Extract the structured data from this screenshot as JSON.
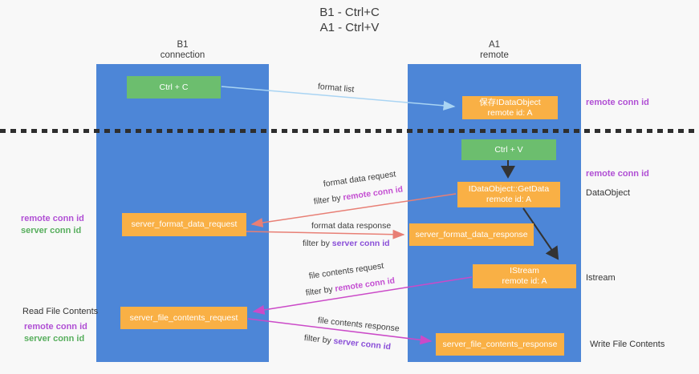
{
  "title": {
    "line1": "B1 - Ctrl+C",
    "line2": "A1 - Ctrl+V"
  },
  "columns": {
    "left": {
      "name": "B1",
      "role": "connection"
    },
    "right": {
      "name": "A1",
      "role": "remote"
    }
  },
  "nodes": {
    "ctrl_c": "Ctrl + C",
    "ctrl_v": "Ctrl + V",
    "save_dataobject": {
      "line1": "保存IDataObject",
      "line2": "remote id: A"
    },
    "getdata": {
      "line1": "IDataObject::GetData",
      "line2": "remote id: A"
    },
    "istream": {
      "line1": "IStream",
      "line2": "remote id: A"
    },
    "format_request": "server_format_data_request",
    "format_response": "server_format_data_response",
    "file_request": "server_file_contents_request",
    "file_response": "server_file_contents_response"
  },
  "flow": {
    "format_list": "format list",
    "format_data_request": "format data request",
    "format_data_response": "format data response",
    "file_contents_request": "file contents request",
    "file_contents_response": "file contents response",
    "filter_by": "filter by ",
    "remote_conn_id": "remote conn id",
    "server_conn_id": "server conn id"
  },
  "side": {
    "remote_conn_id": "remote conn id",
    "server_conn_id": "server conn id",
    "dataobject": "DataObject",
    "istream": "Istream",
    "read_file_contents": "Read File Contents",
    "write_file_contents": "Write File Contents"
  },
  "colors": {
    "column_blue": "#4d86d7",
    "box_green": "#6cbe6e",
    "box_orange": "#f9b045",
    "remote_conn_purple": "#b04fd4",
    "server_conn_green": "#57ae5d",
    "filter_server_purple": "#8a4fd8",
    "arrow_blue": "#a9d4f3",
    "arrow_salmon": "#e87f75",
    "arrow_magenta": "#cb4ac8",
    "arrow_black": "#333333",
    "background": "#f8f8f8"
  }
}
